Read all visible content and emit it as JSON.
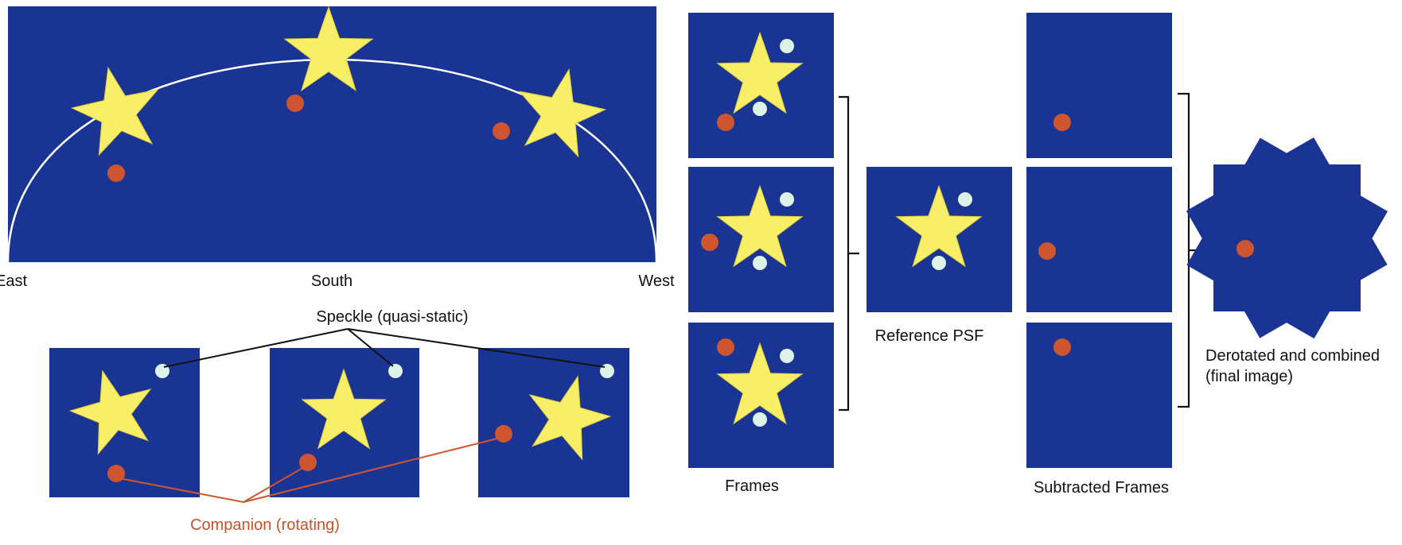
{
  "colors": {
    "sky": "#1a3494",
    "star": "#f8ee68",
    "star_stroke": "#d8cc3c",
    "companion": "#cf5530",
    "speckle": "#ddf3e8",
    "arc": "#ffffff",
    "bracket": "#111111",
    "companion_label": "#c4532c"
  },
  "sky_panel": {
    "east_label": "East",
    "south_label": "South",
    "west_label": "West"
  },
  "rotating_frames": {
    "speckle_label": "Speckle (quasi-static)",
    "companion_label": "Companion (rotating)"
  },
  "frames_column": {
    "label": "Frames"
  },
  "reference_psf": {
    "label": "Reference PSF"
  },
  "subtracted_column": {
    "label": "Subtracted Frames"
  },
  "final_image": {
    "label_line1": "Derotated and combined",
    "label_line2": "(final image)"
  },
  "icons": {
    "star": "star-icon",
    "companion": "companion-dot",
    "speckle": "speckle-dot"
  }
}
